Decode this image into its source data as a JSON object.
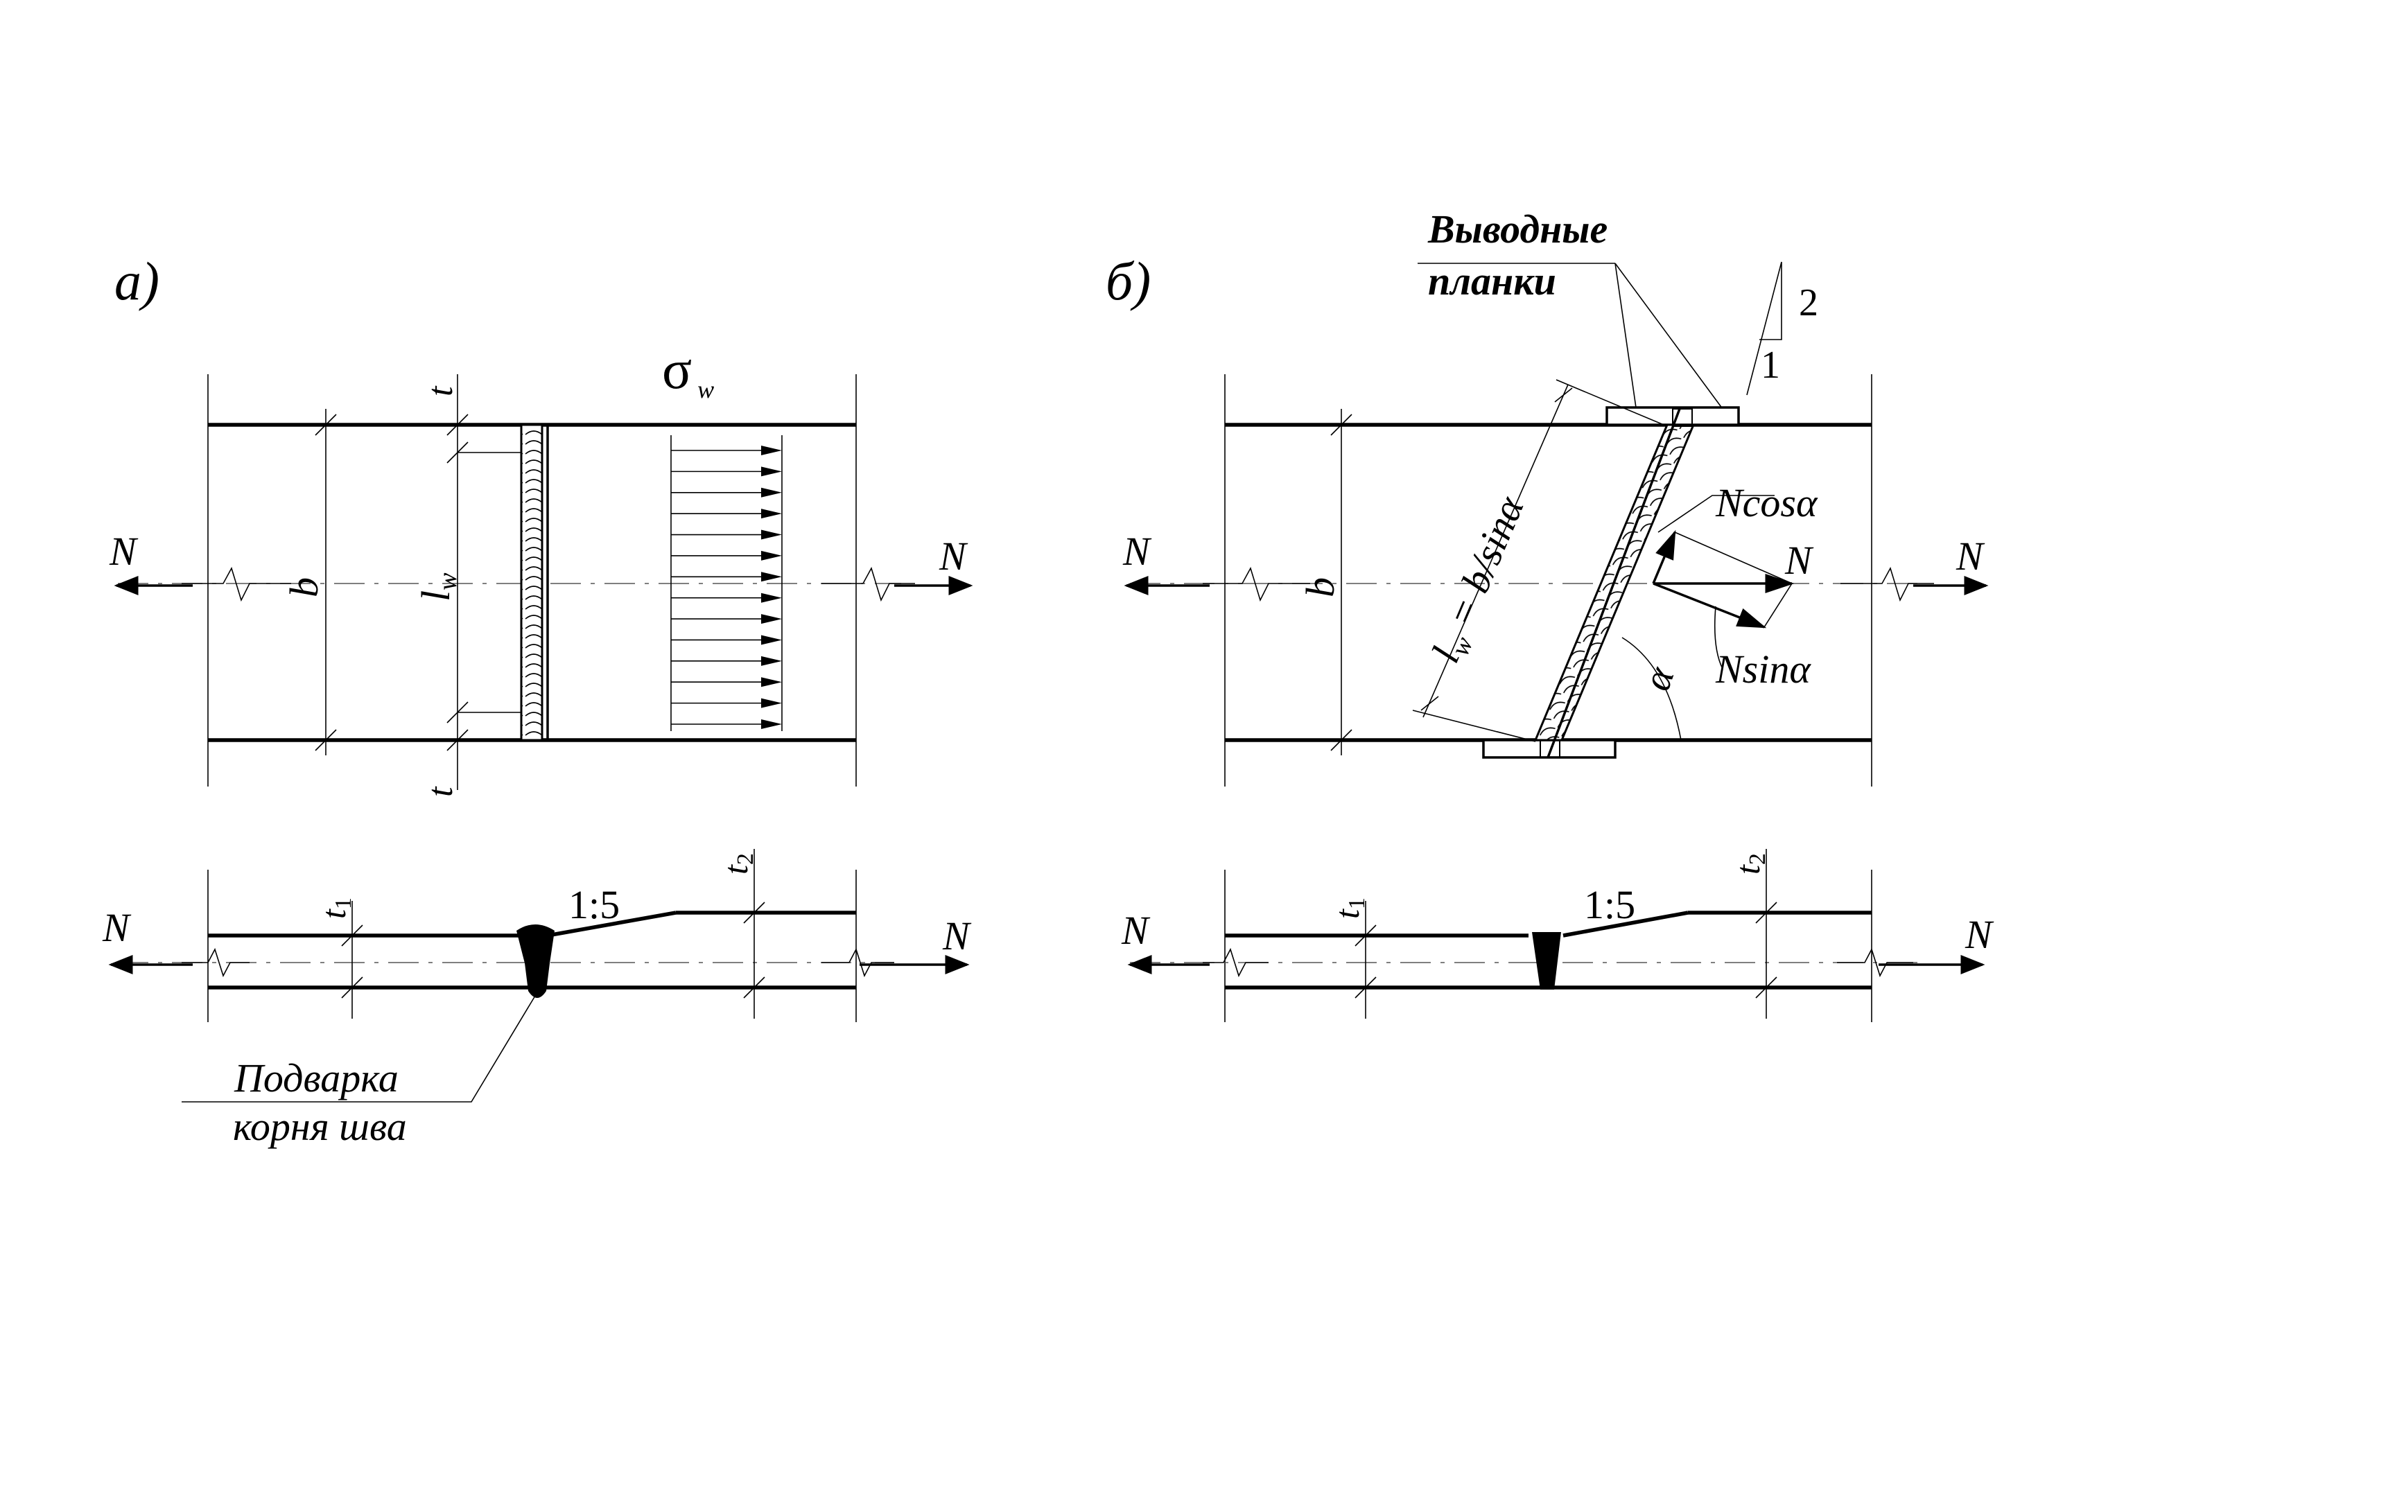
{
  "panel_a": {
    "letter": "а)",
    "stress": "σ",
    "stress_sub": "w",
    "force": "N",
    "width": "b",
    "length_main": "l",
    "length_sub": "w",
    "thickness": "t",
    "t1_main": "t",
    "t1_sub": "1",
    "t2_main": "t",
    "t2_sub": "2",
    "slope": "1:5",
    "note_line1": "Подварка",
    "note_line2": "корня шва"
  },
  "panel_b": {
    "letter": "б)",
    "plates_line1": "Выводные",
    "plates_line2": "планки",
    "ratio_2": "2",
    "ratio_1": "1",
    "force": "N",
    "width": "b",
    "length_label": "l",
    "length_sub": "w",
    "length_eq": " = b/sinα",
    "ncos": "Ncosα",
    "nsin": "Nsinα",
    "alpha": "α",
    "t1_main": "t",
    "t1_sub": "1",
    "t2_main": "t",
    "t2_sub": "2",
    "slope": "1:5"
  }
}
